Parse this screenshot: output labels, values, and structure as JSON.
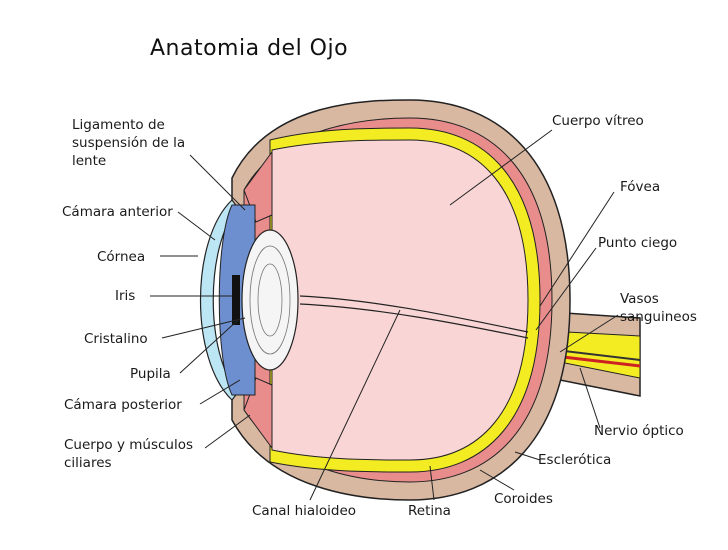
{
  "title": "Anatomia del Ojo",
  "labels": {
    "ligamento": "Ligamento de suspensión de la lente",
    "camara_anterior": "Cámara anterior",
    "cornea": "Córnea",
    "iris": "Iris",
    "cristalino": "Cristalino",
    "pupila": "Pupila",
    "camara_posterior": "Cámara posterior",
    "cuerpo_musculos": "Cuerpo y músculos ciliares",
    "canal": "Canal hialoideo",
    "retina": "Retina",
    "coroides": "Coroides",
    "esclerotica": "Esclerótica",
    "nervio": "Nervio óptico",
    "vasos": "Vasos sanguineos",
    "punto_ciego": "Punto ciego",
    "fovea": "Fóvea",
    "cuerpo_vitreo": "Cuerpo vítreo"
  },
  "colors": {
    "sclera": "#d9b8a2",
    "choroid": "#e88c8c",
    "retina": "#f3ec22",
    "vitreous": "#f9d5d5",
    "iris": "#6e8fcf",
    "cornea": "#bde6f5",
    "lens": "#f5f5f5",
    "outline": "#222222"
  }
}
